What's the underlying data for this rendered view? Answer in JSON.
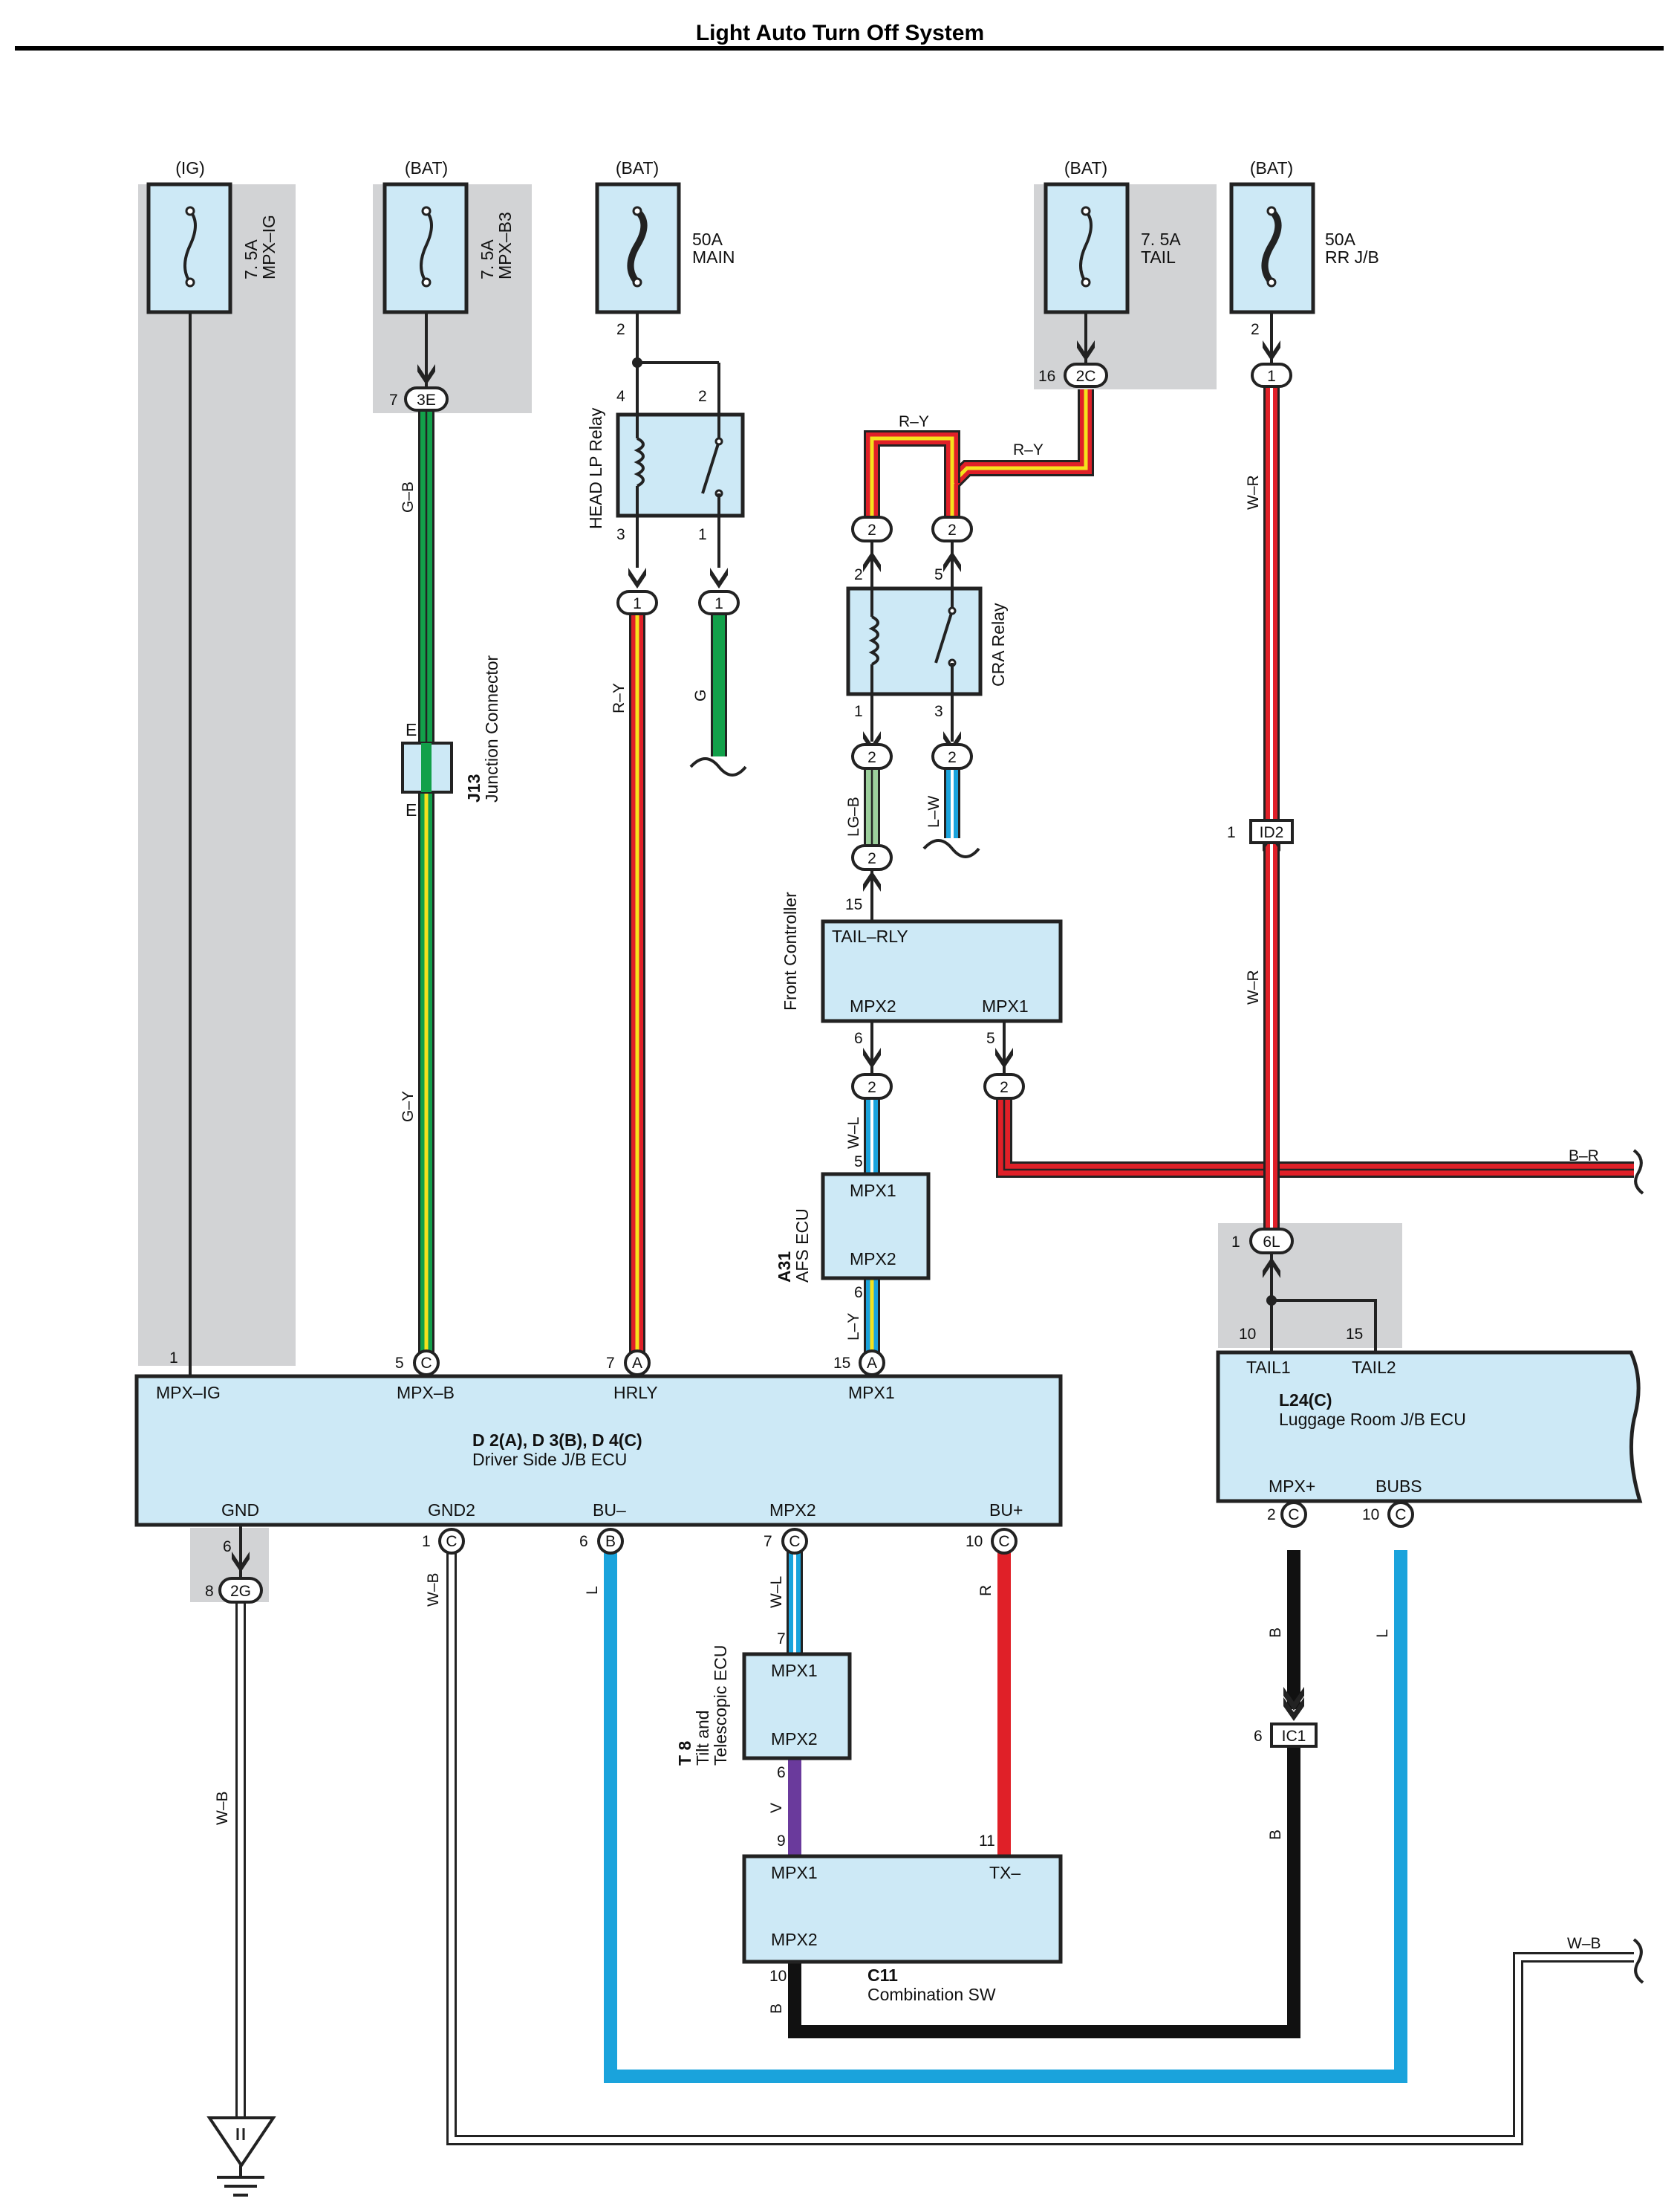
{
  "title": "Light Auto Turn Off System",
  "power": {
    "ig": "(IG)",
    "bat1": "(BAT)",
    "bat2": "(BAT)",
    "bat3": "(BAT)",
    "bat4": "(BAT)"
  },
  "fuses": {
    "f1_amp": "7. 5A",
    "f1_name": "MPX–IG",
    "f2_amp": "7. 5A",
    "f2_name": "MPX–B3",
    "f3_amp": "50A",
    "f3_name": "MAIN",
    "f4_amp": "7. 5A",
    "f4_name": "TAIL",
    "f5_amp": "50A",
    "f5_name": "RR J/B"
  },
  "connectors": {
    "c3E": "3E",
    "c2C": "2C",
    "c1a": "1",
    "c1b": "1",
    "c1c": "1",
    "c2a": "2",
    "c2b": "2",
    "c2c": "2",
    "c2d": "2",
    "c2e": "2",
    "c2f": "2",
    "c2g": "2",
    "ID2": "ID2",
    "c6L": "6L",
    "c2G": "2G",
    "IC1": "IC1",
    "cA": "A",
    "cB": "B",
    "cC": "C"
  },
  "relays": {
    "head_lp": "HEAD LP Relay",
    "cra": "CRA Relay"
  },
  "junction": {
    "code": "J13",
    "name": "Junction Connector",
    "pin": "E"
  },
  "front_controller": {
    "name": "Front Controller",
    "t1": "TAIL–RLY",
    "t2": "MPX2",
    "t3": "MPX1"
  },
  "afs": {
    "code": "A31",
    "name": "AFS ECU",
    "t1": "MPX1",
    "t2": "MPX2"
  },
  "driver_jb": {
    "code": "D 2(A), D 3(B), D 4(C)",
    "name": "Driver Side J/B ECU",
    "top": [
      "MPX–IG",
      "MPX–B",
      "HRLY",
      "MPX1"
    ],
    "bottom": [
      "GND",
      "GND2",
      "BU–",
      "MPX2",
      "BU+"
    ]
  },
  "luggage": {
    "code": "L24(C)",
    "name": "Luggage Room J/B ECU",
    "t1": "TAIL1",
    "t2": "TAIL2",
    "t3": "MPX+",
    "t4": "BUBS"
  },
  "tilt": {
    "code": "T 8",
    "name1": "Tilt and",
    "name2": "Telescopic ECU",
    "t1": "MPX1",
    "t2": "MPX2"
  },
  "combo": {
    "code": "C11",
    "name": "Combination SW",
    "t1": "MPX1",
    "t2": "TX–",
    "t3": "MPX2"
  },
  "wires": {
    "gb": "G–B",
    "gy": "G–Y",
    "ry1": "R–Y",
    "g": "G",
    "ry2": "R–Y",
    "ry3": "R–Y",
    "lgb": "LG–B",
    "lw": "L–W",
    "wr1": "W–R",
    "wr2": "W–R",
    "wl1": "W–L",
    "ly": "L–Y",
    "br": "B–R",
    "wb1": "W–B",
    "wb2": "W–B",
    "wb3": "W–B",
    "l1": "L",
    "wl2": "W–L",
    "r": "R",
    "v": "V",
    "b1": "B",
    "b2": "B",
    "b3": "B",
    "l2": "L"
  },
  "pins": {
    "p7": "7",
    "p2a": "2",
    "p4": "4",
    "p2b": "2",
    "p3a": "3",
    "p1a": "1",
    "p16": "16",
    "p2c": "2",
    "p2d": "2",
    "p5a": "5",
    "p1b": "1",
    "p3b": "3",
    "p15a": "15",
    "p6a": "6",
    "p5b": "5",
    "p5c": "5",
    "p6b": "6",
    "p1c": "1",
    "p1d": "1",
    "p10a": "10",
    "p15b": "15",
    "p1e": "1",
    "p5d": "5",
    "p7b": "7",
    "p15c": "15",
    "p6c": "6",
    "p8": "8",
    "p1f": "1",
    "p6d": "6",
    "p7c": "7",
    "p10b": "10",
    "p2e": "2",
    "p10c": "10",
    "p7d": "7",
    "p6e": "6",
    "p9": "9",
    "p11": "11",
    "p10d": "10",
    "p6f": "6"
  },
  "colors": {
    "panel": "#cde9f6",
    "shade": "#d2d3d5",
    "red": "#e02028",
    "yellow": "#f5e21d",
    "green": "#12a04a",
    "blue": "#1aa3dc",
    "purple": "#6a3a9c",
    "lightgreen": "#9ccf9c"
  }
}
